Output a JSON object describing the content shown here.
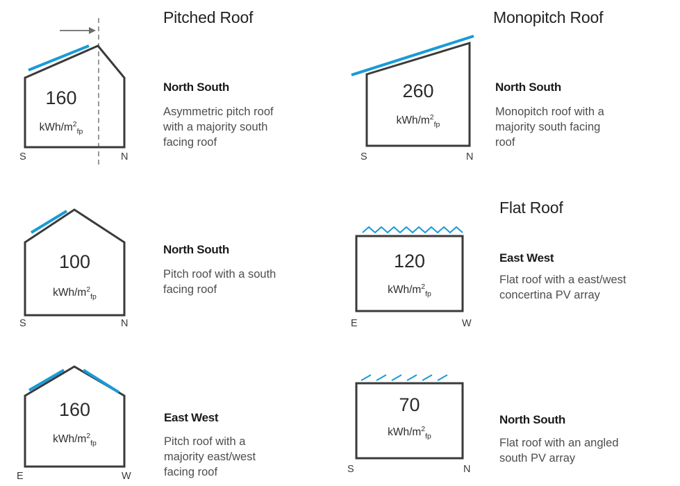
{
  "sections": {
    "pitched": "Pitched Roof",
    "monopitch": "Monopitch Roof",
    "flat": "Flat Roof"
  },
  "unit": {
    "base": "kWh/m",
    "sup": "2",
    "sub": "fp"
  },
  "colors": {
    "pv_panel": "#1a9ad7",
    "outline": "#3a3a3a"
  },
  "cards": [
    {
      "id": "pitched-asymmetric",
      "value": "160",
      "orientation": "North South",
      "desc": [
        "Asymmetric pitch roof",
        "with a majority south",
        "facing roof"
      ],
      "left_label": "S",
      "right_label": "N"
    },
    {
      "id": "monopitch",
      "value": "260",
      "orientation": "North South",
      "desc": [
        "Monopitch roof with a",
        "majority south facing",
        "roof"
      ],
      "left_label": "S",
      "right_label": "N"
    },
    {
      "id": "pitched-south",
      "value": "100",
      "orientation": "North South",
      "desc": [
        "Pitch roof with a south",
        "facing roof"
      ],
      "left_label": "S",
      "right_label": "N"
    },
    {
      "id": "flat-concertina",
      "value": "120",
      "orientation": "East West",
      "desc": [
        "Flat roof with a east/west",
        "concertina PV array"
      ],
      "left_label": "E",
      "right_label": "W"
    },
    {
      "id": "pitched-east-west",
      "value": "160",
      "orientation": "East West",
      "desc": [
        "Pitch roof with a",
        "majority east/west",
        "facing roof"
      ],
      "left_label": "E",
      "right_label": "W"
    },
    {
      "id": "flat-angled",
      "value": "70",
      "orientation": "North South",
      "desc": [
        "Flat roof with an angled",
        "south PV array"
      ],
      "left_label": "S",
      "right_label": "N"
    }
  ]
}
